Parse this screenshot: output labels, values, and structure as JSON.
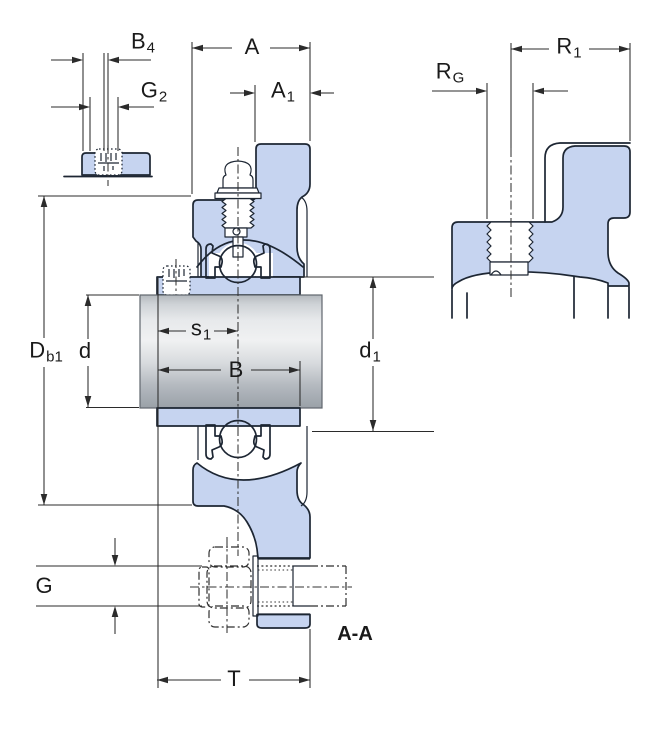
{
  "drawing": {
    "labels": {
      "b4": {
        "main": "B",
        "sub": "4"
      },
      "g2": {
        "main": "G",
        "sub": "2"
      },
      "a": {
        "main": "A",
        "sub": ""
      },
      "a1": {
        "main": "A",
        "sub": "1"
      },
      "rg": {
        "main": "R",
        "sub": "G"
      },
      "r1": {
        "main": "R",
        "sub": "1"
      },
      "db1": {
        "main": "D",
        "sub": "b1"
      },
      "d": {
        "main": "d",
        "sub": ""
      },
      "s1": {
        "main": "s",
        "sub": "1"
      },
      "b": {
        "main": "B",
        "sub": ""
      },
      "d1": {
        "main": "d",
        "sub": "1"
      },
      "g": {
        "main": "G",
        "sub": ""
      },
      "t": {
        "main": "T",
        "sub": ""
      },
      "section": {
        "main": "A-A",
        "sub": ""
      }
    },
    "colors": {
      "part_fill": "#c6d4f0",
      "seal_fill": "#9db0d6",
      "outline": "#1d2633",
      "dimension_line": "#2b2b2b",
      "shaft_light": "#f0f1f2",
      "shaft_dark": "#9aa1a8",
      "background": "#ffffff"
    }
  }
}
